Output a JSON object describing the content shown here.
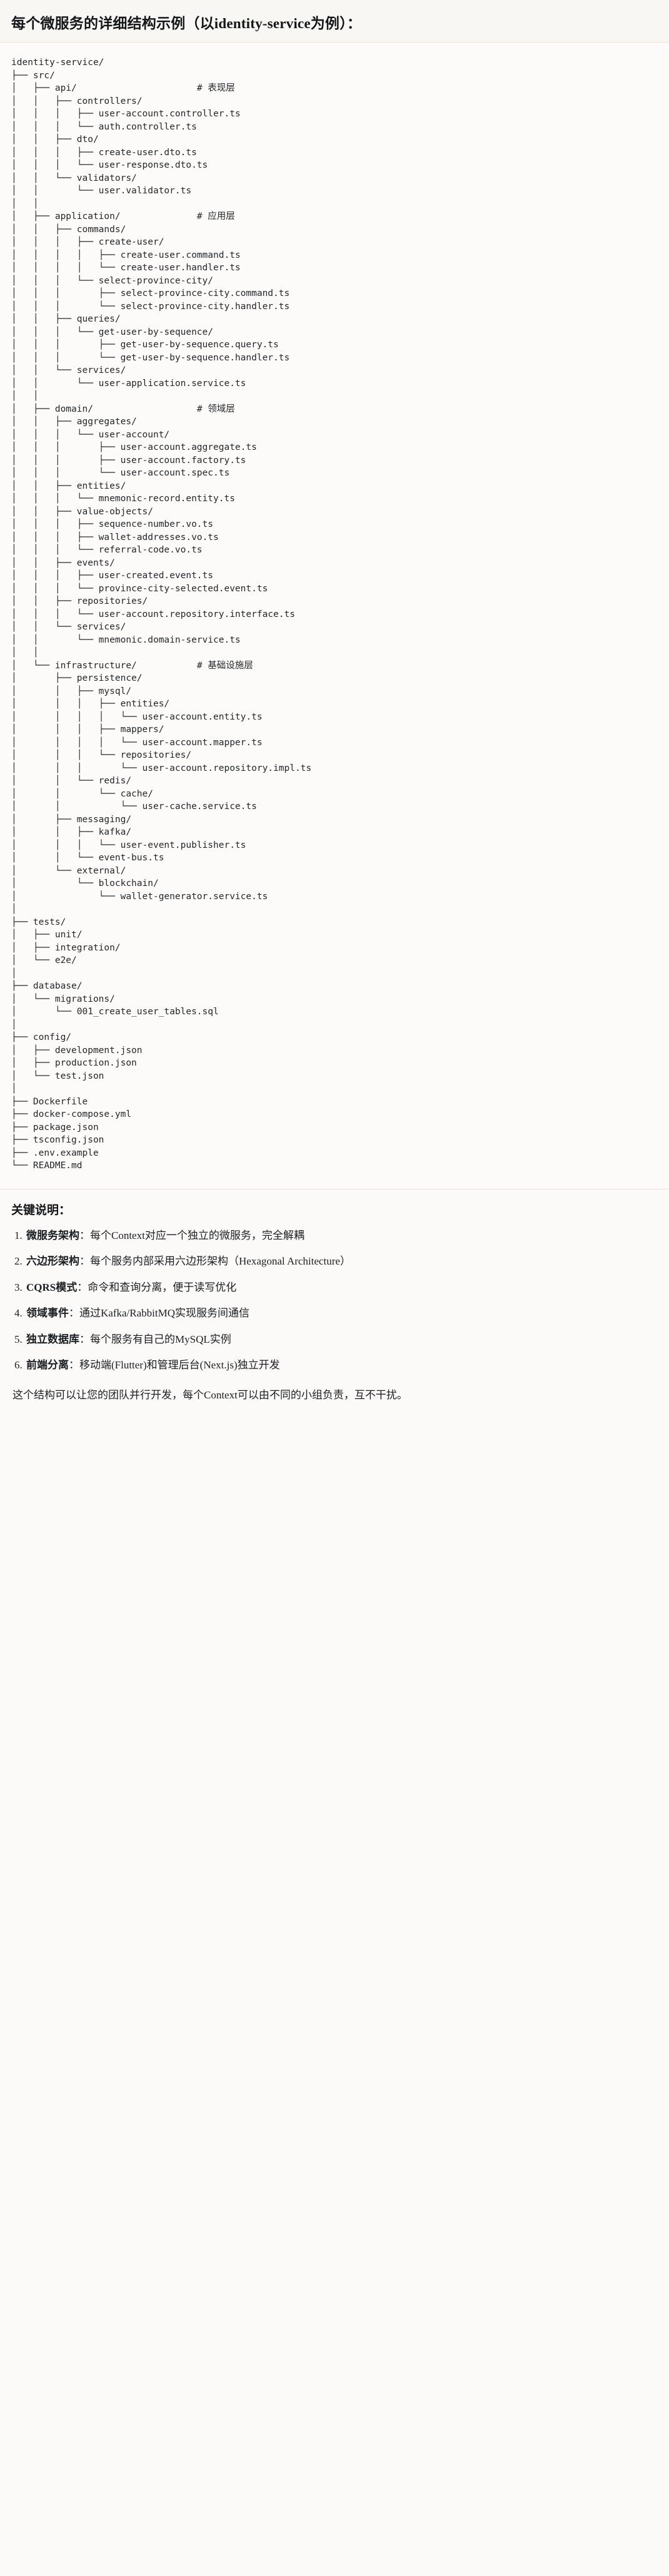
{
  "heading": "每个微服务的详细结构示例（以identity-service为例）：",
  "tree": {
    "lines": [
      "identity-service/",
      "├── src/",
      "│   ├── api/                      # 表现层",
      "│   │   ├── controllers/",
      "│   │   │   ├── user-account.controller.ts",
      "│   │   │   └── auth.controller.ts",
      "│   │   ├── dto/",
      "│   │   │   ├── create-user.dto.ts",
      "│   │   │   └── user-response.dto.ts",
      "│   │   └── validators/",
      "│   │       └── user.validator.ts",
      "│   │",
      "│   ├── application/              # 应用层",
      "│   │   ├── commands/",
      "│   │   │   ├── create-user/",
      "│   │   │   │   ├── create-user.command.ts",
      "│   │   │   │   └── create-user.handler.ts",
      "│   │   │   └── select-province-city/",
      "│   │   │       ├── select-province-city.command.ts",
      "│   │   │       └── select-province-city.handler.ts",
      "│   │   ├── queries/",
      "│   │   │   └── get-user-by-sequence/",
      "│   │   │       ├── get-user-by-sequence.query.ts",
      "│   │   │       └── get-user-by-sequence.handler.ts",
      "│   │   └── services/",
      "│   │       └── user-application.service.ts",
      "│   │",
      "│   ├── domain/                   # 领域层",
      "│   │   ├── aggregates/",
      "│   │   │   └── user-account/",
      "│   │   │       ├── user-account.aggregate.ts",
      "│   │   │       ├── user-account.factory.ts",
      "│   │   │       └── user-account.spec.ts",
      "│   │   ├── entities/",
      "│   │   │   └── mnemonic-record.entity.ts",
      "│   │   ├── value-objects/",
      "│   │   │   ├── sequence-number.vo.ts",
      "│   │   │   ├── wallet-addresses.vo.ts",
      "│   │   │   └── referral-code.vo.ts",
      "│   │   ├── events/",
      "│   │   │   ├── user-created.event.ts",
      "│   │   │   └── province-city-selected.event.ts",
      "│   │   ├── repositories/",
      "│   │   │   └── user-account.repository.interface.ts",
      "│   │   └── services/",
      "│   │       └── mnemonic.domain-service.ts",
      "│   │",
      "│   └── infrastructure/           # 基础设施层",
      "│       ├── persistence/",
      "│       │   ├── mysql/",
      "│       │   │   ├── entities/",
      "│       │   │   │   └── user-account.entity.ts",
      "│       │   │   ├── mappers/",
      "│       │   │   │   └── user-account.mapper.ts",
      "│       │   │   └── repositories/",
      "│       │   │       └── user-account.repository.impl.ts",
      "│       │   └── redis/",
      "│       │       └── cache/",
      "│       │           └── user-cache.service.ts",
      "│       ├── messaging/",
      "│       │   ├── kafka/",
      "│       │   │   └── user-event.publisher.ts",
      "│       │   └── event-bus.ts",
      "│       └── external/",
      "│           └── blockchain/",
      "│               └── wallet-generator.service.ts",
      "│",
      "├── tests/",
      "│   ├── unit/",
      "│   ├── integration/",
      "│   └── e2e/",
      "│",
      "├── database/",
      "│   └── migrations/",
      "│       └── 001_create_user_tables.sql",
      "│",
      "├── config/",
      "│   ├── development.json",
      "│   ├── production.json",
      "│   └── test.json",
      "│",
      "├── Dockerfile",
      "├── docker-compose.yml",
      "├── package.json",
      "├── tsconfig.json",
      "├── .env.example",
      "└── README.md"
    ]
  },
  "notes": {
    "title": "关键说明：",
    "separator": "：",
    "items": [
      {
        "term": "微服务架构",
        "text": "每个Context对应一个独立的微服务，完全解耦"
      },
      {
        "term": "六边形架构",
        "text": "每个服务内部采用六边形架构（Hexagonal Architecture）"
      },
      {
        "term": "CQRS模式",
        "text": "命令和查询分离，便于读写优化"
      },
      {
        "term": "领域事件",
        "text": "通过Kafka/RabbitMQ实现服务间通信"
      },
      {
        "term": "独立数据库",
        "text": "每个服务有自己的MySQL实例"
      },
      {
        "term": "前端分离",
        "text": "移动端(Flutter)和管理后台(Next.js)独立开发"
      }
    ],
    "footer": "这个结构可以让您的团队并行开发，每个Context可以由不同的小组负责，互不干扰。"
  }
}
